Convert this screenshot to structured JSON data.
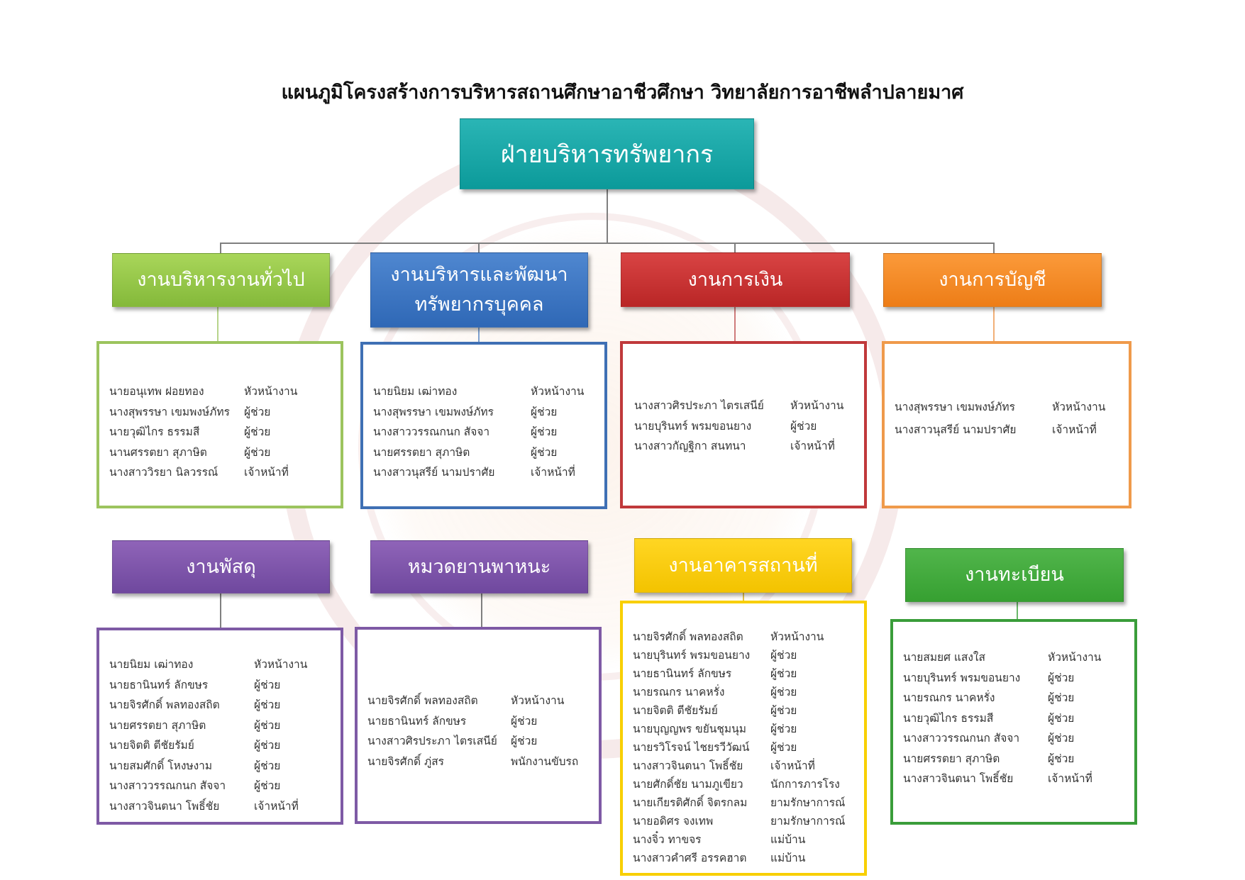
{
  "title": "แผนภูมิโครงสร้างการบริหารสถานศึกษาอาชีวศึกษา วิทยาลัยการอาชีพลำปลายมาศ",
  "top": "ฝ่ายบริหารทรัพยากร",
  "departments": [
    {
      "lines": [
        "งานบริหารงานทั่วไป"
      ],
      "members": [
        [
          "นายอนุเทพ ฝอยทอง",
          "หัวหน้างาน"
        ],
        [
          "นางสุพรรษา เขมพงษ์ภัทร",
          "ผู้ช่วย"
        ],
        [
          "นายวุฒิไกร ธรรมสี",
          "ผู้ช่วย"
        ],
        [
          "นานศรรตยา สุภาษิต",
          "ผู้ช่วย"
        ],
        [
          "นางสาววิรยา นิลวรรณ์",
          "เจ้าหน้าที่"
        ]
      ]
    },
    {
      "lines": [
        "งานบริหารและพัฒนา",
        "ทรัพยากรบุคคล"
      ],
      "members": [
        [
          "นายนิยม เฒ่าทอง",
          "หัวหน้างาน"
        ],
        [
          "นางสุพรรษา เขมพงษ์ภัทร",
          "ผู้ช่วย"
        ],
        [
          "นางสาววรรณกนก สัจจา",
          "ผู้ช่วย"
        ],
        [
          "นายศรรตยา สุภาษิต",
          "ผู้ช่วย"
        ],
        [
          "นางสาวนุสรีย์ นามปราศัย",
          "เจ้าหน้าที่"
        ]
      ]
    },
    {
      "lines": [
        "งานการเงิน"
      ],
      "members": [
        [
          "นางสาวศิรประภา ไตรเสนีย์",
          "หัวหน้างาน"
        ],
        [
          "นายบุรินทร์ พรมขอนยาง",
          "ผู้ช่วย"
        ],
        [
          "นางสาวกัญฐิกา สนทนา",
          "เจ้าหน้าที่"
        ]
      ]
    },
    {
      "lines": [
        "งานการบัญชี"
      ],
      "members": [
        [
          "นางสุพรรษา เขมพงษ์ภัทร",
          "หัวหน้างาน"
        ],
        [
          "นางสาวนุสรีย์ นามปราศัย",
          "เจ้าหน้าที่"
        ]
      ]
    },
    {
      "lines": [
        "งานพัสดุ"
      ],
      "members": [
        [
          "นายนิยม เฒ่าทอง",
          "หัวหน้างาน"
        ],
        [
          "นายธานินทร์ ลักขษร",
          "ผู้ช่วย"
        ],
        [
          "นายจิรศักดิ์ พลทองสถิต",
          "ผู้ช่วย"
        ],
        [
          "นายศรรตยา สุภาษิต",
          "ผู้ช่วย"
        ],
        [
          "นายจิตติ ตีชัยรัมย์",
          "ผู้ช่วย"
        ],
        [
          "นายสมศักดิ์ โหงษงาม",
          "ผู้ช่วย"
        ],
        [
          "นางสาววรรณกนก สัจจา",
          "ผู้ช่วย"
        ],
        [
          "นางสาวจินตนา โพธิ์ชัย",
          "เจ้าหน้าที่"
        ]
      ]
    },
    {
      "lines": [
        "หมวดยานพาหนะ"
      ],
      "members": [
        [
          "นายจิรศักดิ์ พลทองสถิต",
          "หัวหน้างาน"
        ],
        [
          "นายธานินทร์ ลักขษร",
          "ผู้ช่วย"
        ],
        [
          "นางสาวศิรประภา ไตรเสนีย์",
          "ผู้ช่วย"
        ],
        [
          "นายจิรศักดิ์ ภู่สร",
          "พนักงานขับรถ"
        ]
      ]
    },
    {
      "lines": [
        "งานอาคารสถานที่"
      ],
      "members": [
        [
          "นายจิรศักดิ์ พลทองสถิต",
          "หัวหน้างาน"
        ],
        [
          "นายบุรินทร์ พรมขอนยาง",
          "ผู้ช่วย"
        ],
        [
          "นายธานินทร์ ลักขษร",
          "ผู้ช่วย"
        ],
        [
          "นายรณกร นาคหรั่ง",
          "ผู้ช่วย"
        ],
        [
          "นายจิตติ ตีชัยรัมย์",
          "ผู้ช่วย"
        ],
        [
          "นายบุญญพร ขยันชุมนุม",
          "ผู้ช่วย"
        ],
        [
          "นายรวิโรจน์ ไชยรวีวัฒน์",
          "ผู้ช่วย"
        ],
        [
          "นางสาวจินตนา โพธิ์ชัย",
          "เจ้าหน้าที่"
        ],
        [
          "นายศักดิ์ชัย นามภูเขียว",
          "นักการภารโรง"
        ],
        [
          "นายเกียรติศักดิ์ จิตรกลม",
          "ยามรักษาการณ์"
        ],
        [
          "นายอดิศร จงเทพ",
          "ยามรักษาการณ์"
        ],
        [
          "นางจิ๋ว ทาขจร",
          "แม่บ้าน"
        ],
        [
          "นางสาวคำศรี อรรคฮาต",
          "แม่บ้าน"
        ]
      ]
    },
    {
      "lines": [
        "งานทะเบียน"
      ],
      "members": [
        [
          "นายสมยศ แสงใส",
          "หัวหน้างาน"
        ],
        [
          "นายบุรินทร์ พรมขอนยาง",
          "ผู้ช่วย"
        ],
        [
          "นายรณกร นาคหรั่ง",
          "ผู้ช่วย"
        ],
        [
          "นายวุฒิไกร ธรรมสี",
          "ผู้ช่วย"
        ],
        [
          "นางสาววรรณกนก สัจจา",
          "ผู้ช่วย"
        ],
        [
          "นายศรรตยา สุภาษิต",
          "ผู้ช่วย"
        ],
        [
          "นางสาวจินตนา โพธิ์ชัย",
          "เจ้าหน้าที่"
        ]
      ]
    }
  ],
  "colors": {
    "top": "#13a3a3",
    "departments": [
      "#8fc440",
      "#3a76c1",
      "#c93232",
      "#f58a23",
      "#7c54a8",
      "#f8cc0c",
      "#40a83b"
    ]
  }
}
